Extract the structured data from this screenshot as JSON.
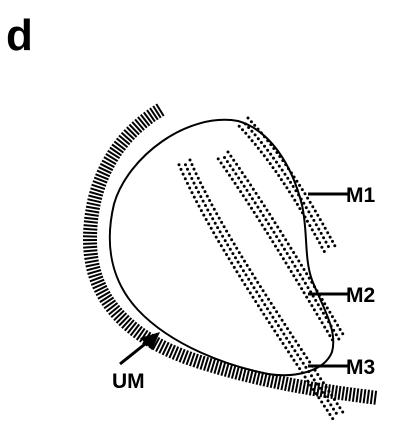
{
  "panel_letter": "d",
  "labels": {
    "m1": "M1",
    "m2": "M2",
    "m3": "M3",
    "um": "UM"
  },
  "colors": {
    "ink": "#000000",
    "background": "#ffffff"
  }
}
